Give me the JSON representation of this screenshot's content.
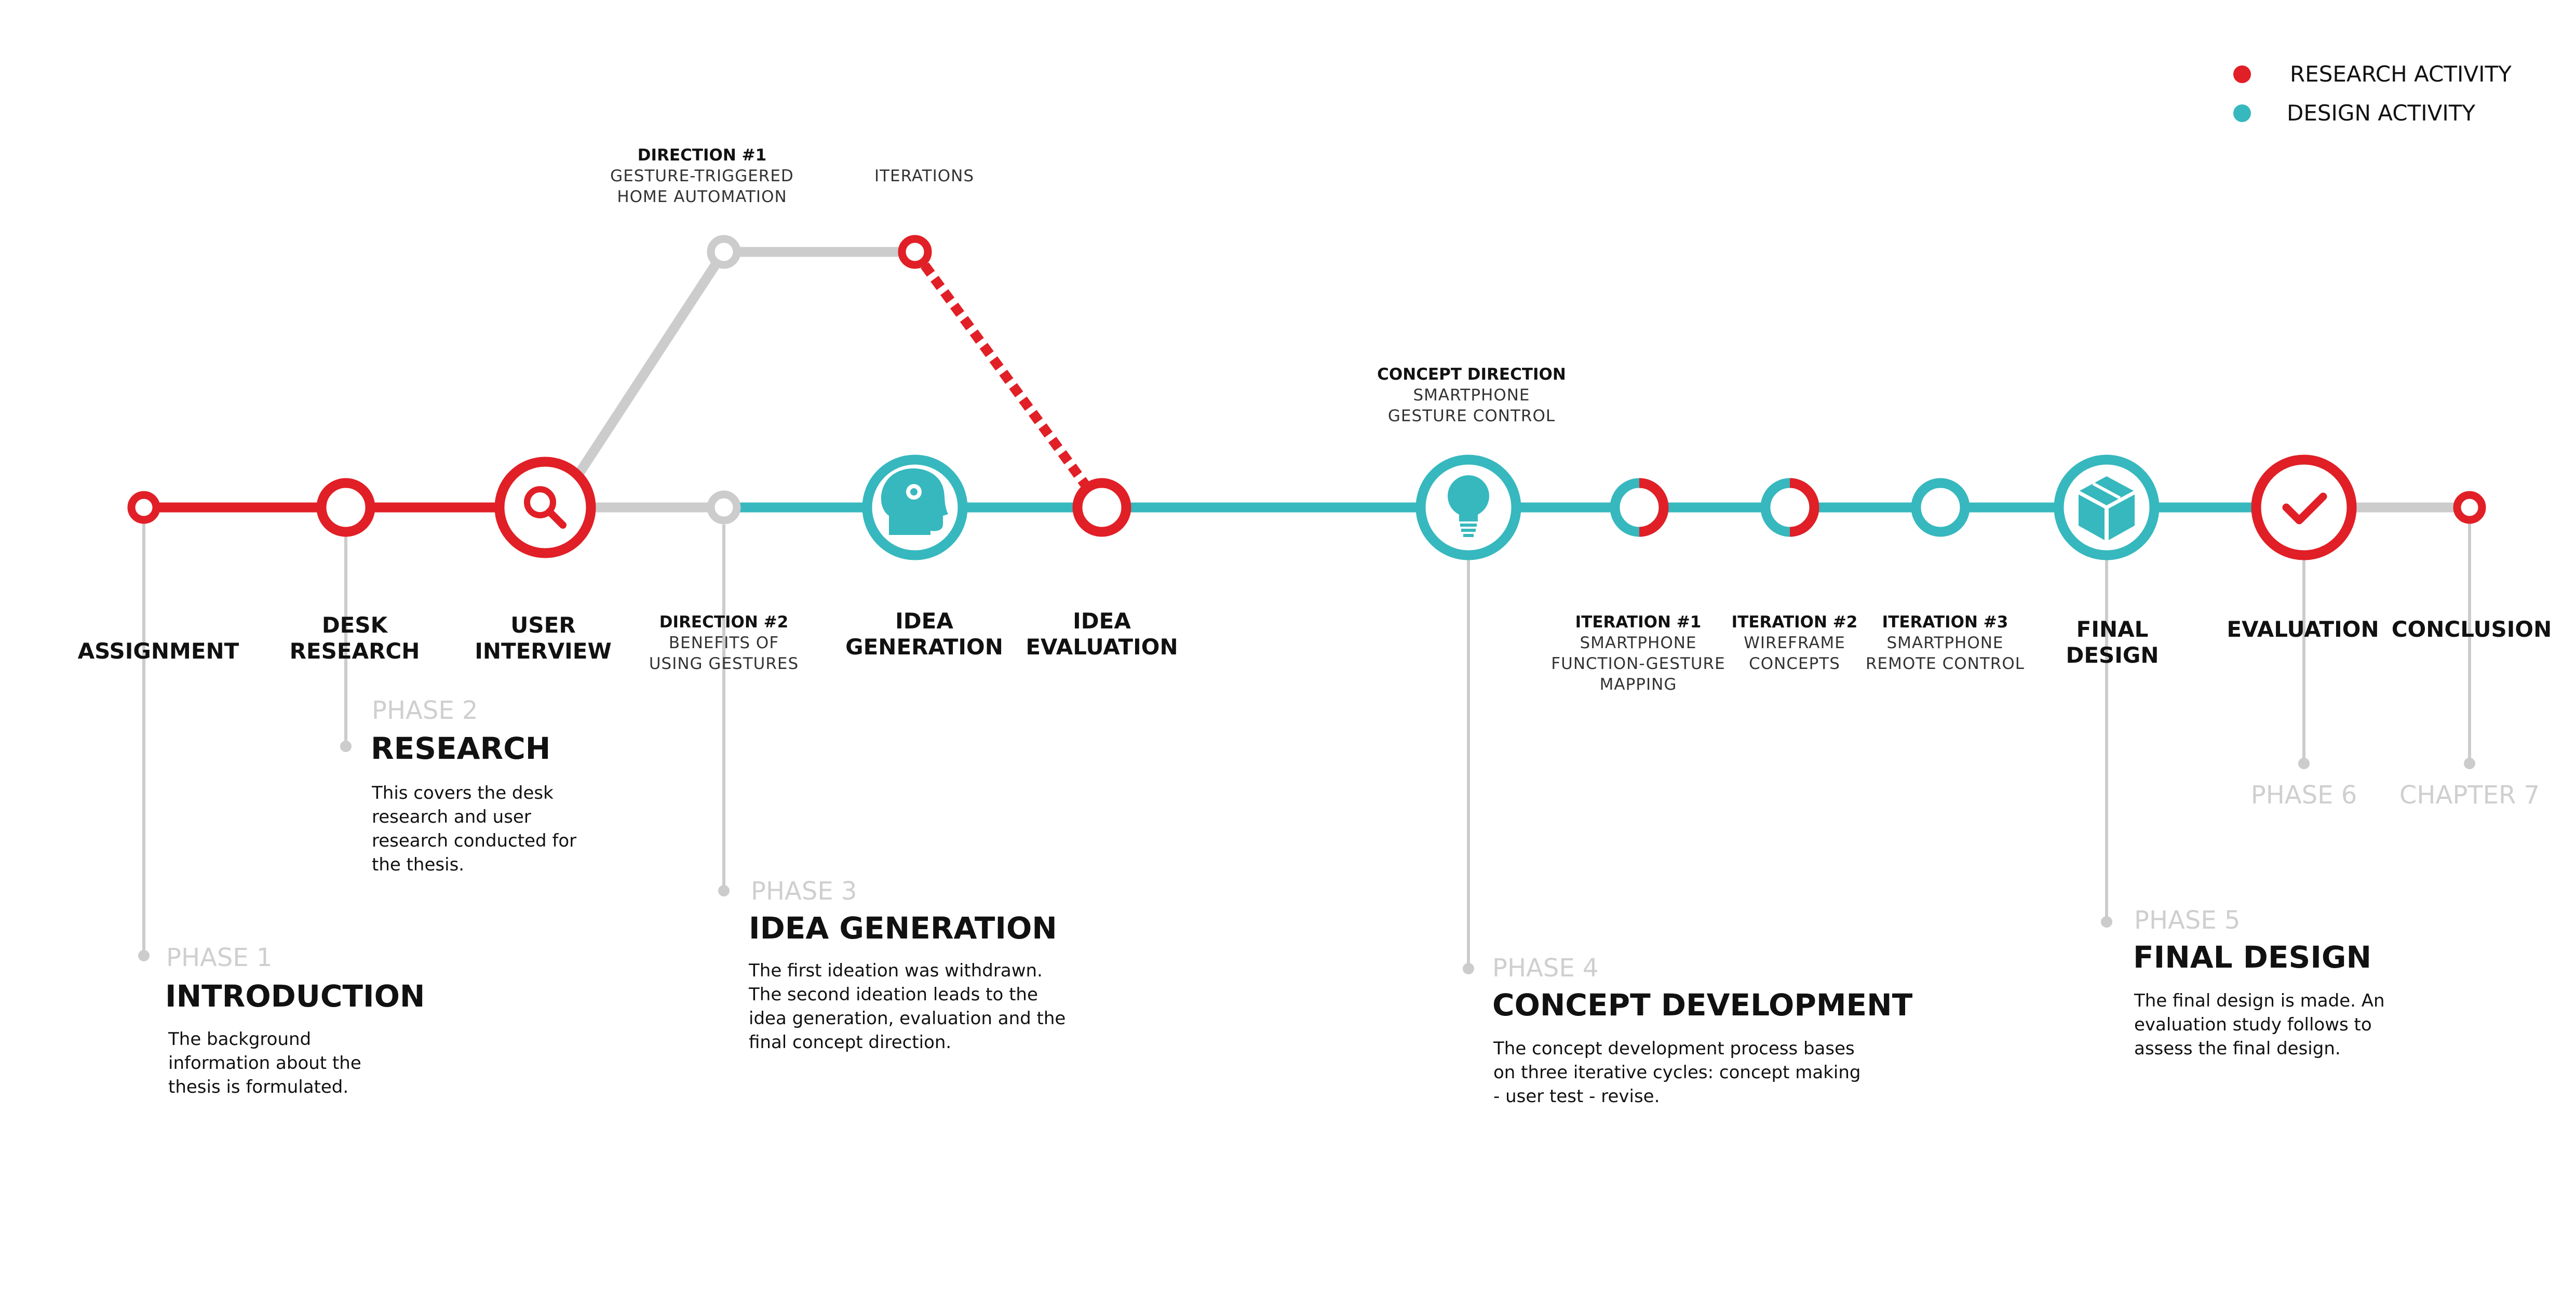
{
  "colors": {
    "research": "#e11f26",
    "design": "#36b8be",
    "inactive": "#cccccc",
    "text": "#111111",
    "muted": "#cfcfcf"
  },
  "legend": {
    "research_label": "RESEARCH ACTIVITY",
    "design_label": "DESIGN ACTIVITY"
  },
  "milestones": {
    "assignment": "ASSIGNMENT",
    "desk_research": [
      "DESK",
      "RESEARCH"
    ],
    "user_interview": [
      "USER",
      "INTERVIEW"
    ],
    "direction2": {
      "title": "DIRECTION #2",
      "lines": [
        "BENEFITS OF",
        "USING GESTURES"
      ]
    },
    "idea_generation": [
      "IDEA",
      "GENERATION"
    ],
    "idea_evaluation": [
      "IDEA",
      "EVALUATION"
    ],
    "direction1": {
      "title": "DIRECTION #1",
      "lines": [
        "GESTURE-TRIGGERED",
        "HOME AUTOMATION"
      ]
    },
    "iterations": "ITERATIONS",
    "concept_direction": {
      "title": "CONCEPT DIRECTION",
      "lines": [
        "SMARTPHONE",
        "GESTURE CONTROL"
      ]
    },
    "iteration1": {
      "title": "ITERATION #1",
      "lines": [
        "SMARTPHONE",
        "FUNCTION-GESTURE",
        "MAPPING"
      ]
    },
    "iteration2": {
      "title": "ITERATION #2",
      "lines": [
        "WIREFRAME",
        "CONCEPTS"
      ]
    },
    "iteration3": {
      "title": "ITERATION #3",
      "lines": [
        "SMARTPHONE",
        "REMOTE CONTROL"
      ]
    },
    "final_design": [
      "FINAL",
      "DESIGN"
    ],
    "evaluation": "EVALUATION",
    "conclusion": "CONCLUSION"
  },
  "phases": {
    "p1": {
      "num": "PHASE 1",
      "title": "INTRODUCTION",
      "desc": [
        "The background",
        "information about the",
        "thesis is formulated."
      ]
    },
    "p2": {
      "num": "PHASE 2",
      "title": "RESEARCH",
      "desc": [
        "This covers the desk",
        "research and user",
        "research conducted for",
        "the thesis."
      ]
    },
    "p3": {
      "num": "PHASE 3",
      "title": "IDEA GENERATION",
      "desc": [
        "The first ideation was withdrawn.",
        "The second ideation leads to the",
        "idea generation, evaluation and the",
        "final concept direction."
      ]
    },
    "p4": {
      "num": "PHASE 4",
      "title": "CONCEPT DEVELOPMENT",
      "desc": [
        "The concept development process bases",
        "on three iterative cycles: concept making",
        "- user test - revise."
      ]
    },
    "p5": {
      "num": "PHASE 5",
      "title": "FINAL DESIGN",
      "desc": [
        "The final design is made. An",
        "evaluation study follows to",
        "assess the final design."
      ]
    },
    "p6": {
      "num": "PHASE 6"
    },
    "p7": {
      "num": "CHAPTER 7"
    }
  }
}
